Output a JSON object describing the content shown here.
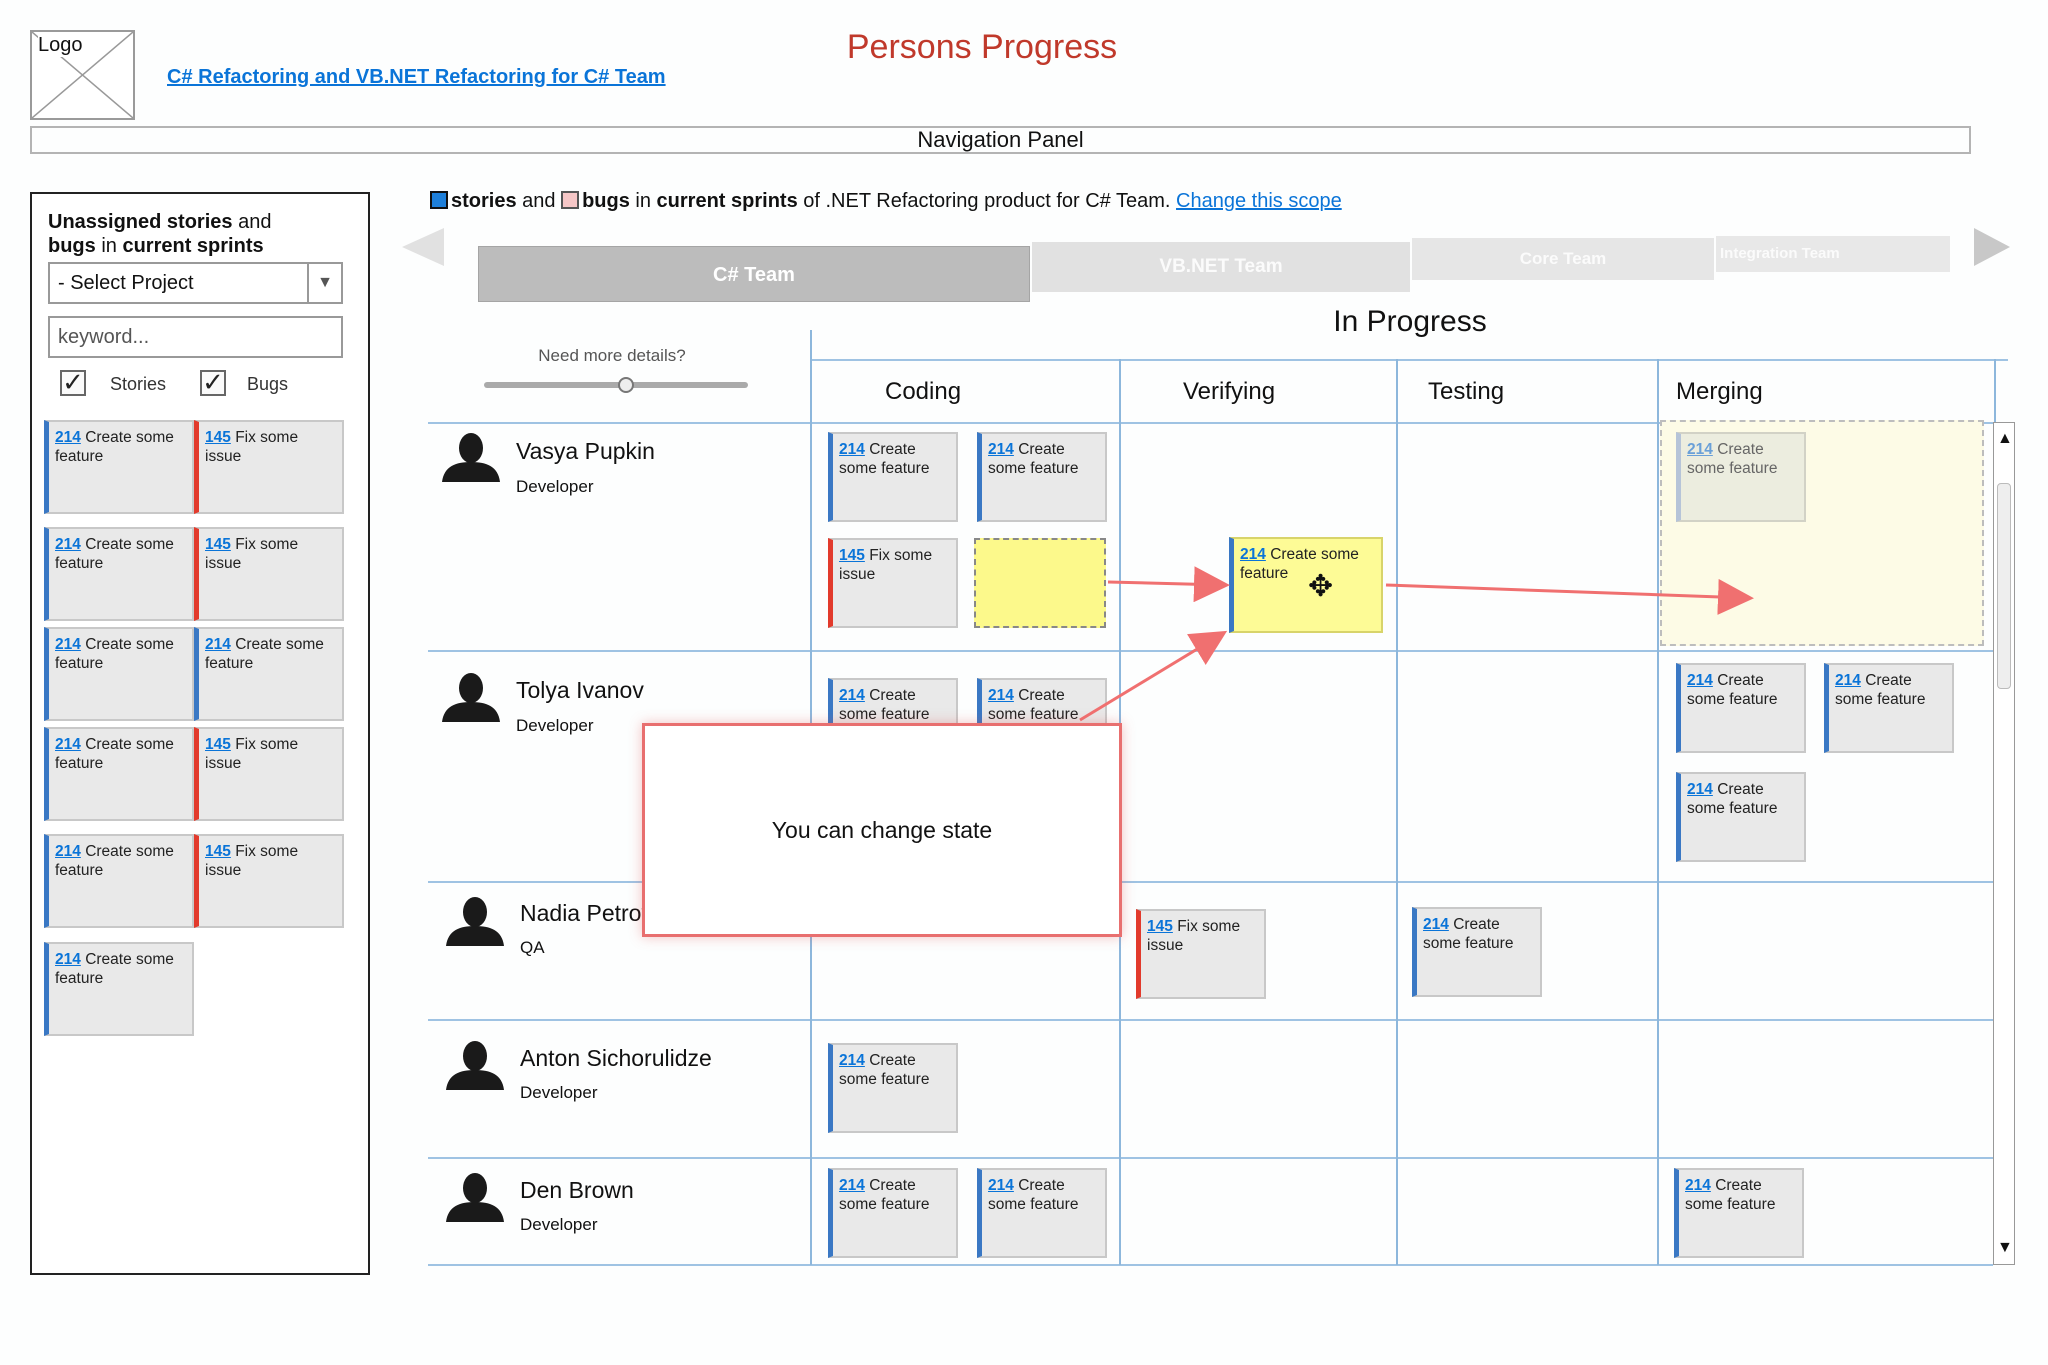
{
  "header": {
    "logo": "Logo",
    "title": "Persons Progress",
    "project_link": "C# Refactoring and VB.NET Refactoring for C# Team",
    "nav_panel": "Navigation Panel"
  },
  "left_panel": {
    "heading_bold1": "Unassigned stories",
    "heading_and": " and",
    "heading_bold2": "bugs",
    "heading_tail": " in ",
    "heading_bold3": "current sprints",
    "select_value": "- Select Project",
    "keyword_placeholder": "keyword...",
    "stories_label": "Stories",
    "bugs_label": "Bugs",
    "cards": [
      {
        "num": "214",
        "text": "Create some feature",
        "type": "story"
      },
      {
        "num": "145",
        "text": "Fix some issue",
        "type": "bug"
      },
      {
        "num": "214",
        "text": "Create some feature",
        "type": "story"
      },
      {
        "num": "145",
        "text": "Fix some issue",
        "type": "bug"
      },
      {
        "num": "214",
        "text": "Create some feature",
        "type": "story"
      },
      {
        "num": "214",
        "text": "Create some feature",
        "type": "story"
      },
      {
        "num": "214",
        "text": "Create some feature",
        "type": "story"
      },
      {
        "num": "145",
        "text": "Fix some issue",
        "type": "bug"
      },
      {
        "num": "214",
        "text": "Create some feature",
        "type": "story"
      },
      {
        "num": "145",
        "text": "Fix some issue",
        "type": "bug"
      },
      {
        "num": "214",
        "text": "Create some feature",
        "type": "story"
      }
    ]
  },
  "legend": {
    "stories": "stories",
    "and": " and ",
    "bugs": "bugs",
    "in": " in ",
    "current_sprints": "current sprints",
    "tail": " of .NET Refactoring product for C# Team. ",
    "change_scope": "Change this scope"
  },
  "teams": [
    "C# Team",
    "VB.NET Team",
    "Core Team",
    "Integration Team"
  ],
  "board": {
    "details_label": "Need more details?",
    "group_title": "In Progress",
    "columns": [
      "Coding",
      "Verifying",
      "Testing",
      "Merging"
    ],
    "people": [
      {
        "name": "Vasya Pupkin",
        "role": "Developer"
      },
      {
        "name": "Tolya Ivanov",
        "role": "Developer"
      },
      {
        "name": "Nadia Petrova",
        "role": "QA"
      },
      {
        "name": "Anton Sichorulidze",
        "role": "Developer"
      },
      {
        "name": "Den Brown",
        "role": "Developer"
      }
    ],
    "card_story_num": "214",
    "card_story_text": "Create some feature",
    "card_bug_num": "145",
    "card_bug_text": "Fix some issue",
    "tooltip": "You can change state"
  },
  "colors": {
    "story": "#3a78c4",
    "bug": "#e23a2c",
    "title": "#c0392b",
    "drop_highlight": "#fefc83",
    "arrow": "#f07070"
  }
}
